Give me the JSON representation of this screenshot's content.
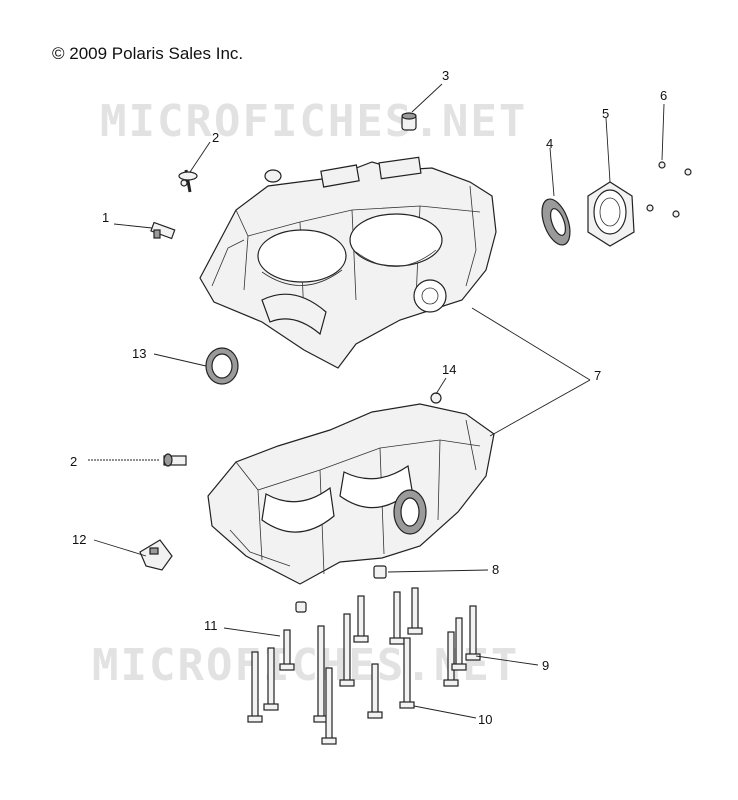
{
  "header": {
    "copyright": "© 2009 Polaris Sales Inc."
  },
  "watermark": {
    "text": "MICROFICHES.NET"
  },
  "callouts": {
    "c1": "1",
    "c2a": "2",
    "c2b": "2",
    "c3": "3",
    "c4": "4",
    "c5": "5",
    "c6": "6",
    "c7": "7",
    "c8": "8",
    "c9": "9",
    "c10": "10",
    "c11": "11",
    "c12": "12",
    "c13": "13",
    "c14": "14"
  }
}
